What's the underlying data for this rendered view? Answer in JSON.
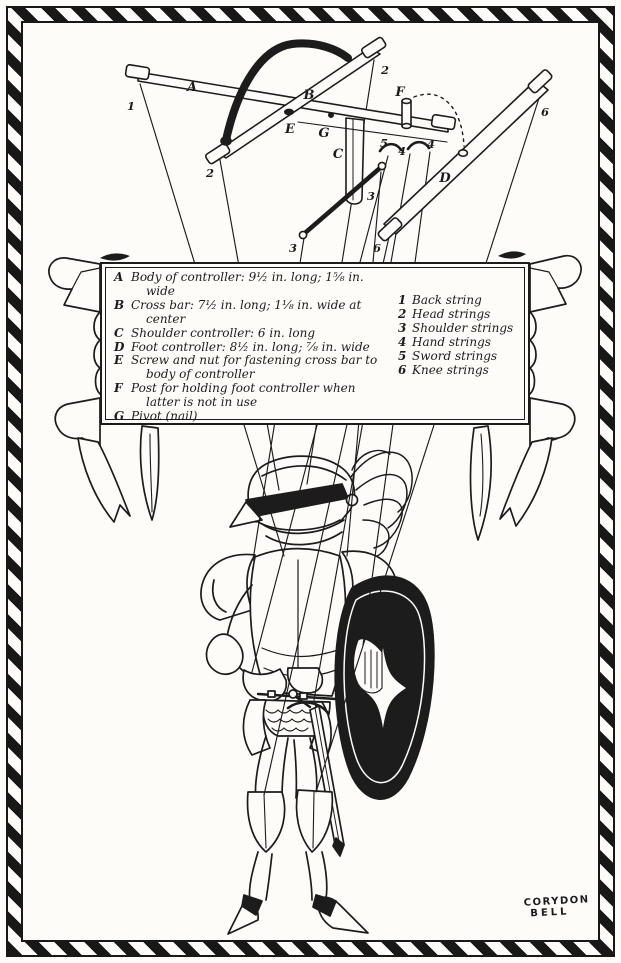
{
  "colors": {
    "ink": "#1c1c1c",
    "paper": "#fdfcf9"
  },
  "legend": {
    "parts": [
      {
        "key": "A",
        "text": "Body of controller: 9½ in. long; 1⅝ in. wide"
      },
      {
        "key": "B",
        "text": "Cross bar: 7½ in. long; 1⅛ in. wide at center"
      },
      {
        "key": "C",
        "text": "Shoulder controller: 6 in. long"
      },
      {
        "key": "D",
        "text": "Foot controller: 8½ in. long; ⅞ in. wide"
      },
      {
        "key": "E",
        "text": "Screw and nut for fastening cross bar to body of controller"
      },
      {
        "key": "F",
        "text": "Post for holding foot controller when latter is not in use"
      },
      {
        "key": "G",
        "text": "Pivot (nail)"
      }
    ],
    "strings": [
      {
        "key": "1",
        "text": "Back string"
      },
      {
        "key": "2",
        "text": "Head strings"
      },
      {
        "key": "3",
        "text": "Shoulder strings"
      },
      {
        "key": "4",
        "text": "Hand strings"
      },
      {
        "key": "5",
        "text": "Sword strings"
      },
      {
        "key": "6",
        "text": "Knee strings"
      }
    ]
  },
  "diagram": {
    "labels": {
      "A": "A",
      "B": "B",
      "C": "C",
      "D": "D",
      "E": "E",
      "F": "F",
      "G": "G",
      "n1": "1",
      "n2": "2",
      "n3": "3",
      "n4": "4",
      "n5": "5",
      "n6": "6"
    }
  },
  "signature": {
    "line1": "CORYDON",
    "line2": "BELL"
  }
}
